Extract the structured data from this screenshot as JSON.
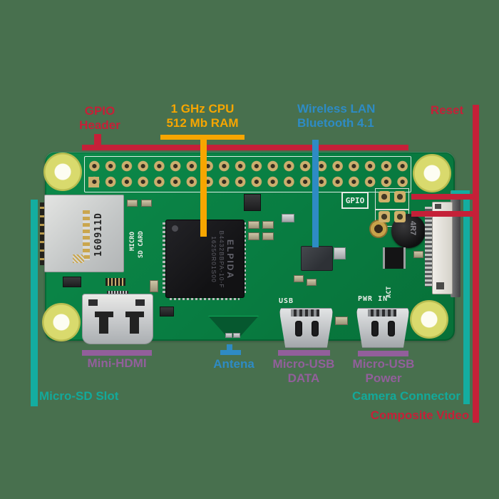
{
  "colors": {
    "background": "#48704e",
    "pcb_green": "#0a8046",
    "label_red": "#c52038",
    "label_orange": "#f7a600",
    "label_blue": "#2e8bc4",
    "label_teal": "#13a99a",
    "label_purple": "#925f9b"
  },
  "callouts": {
    "gpio_header": {
      "line1": "GPIO",
      "line2": "Header"
    },
    "cpu_ram": {
      "line1": "1 GHz CPU",
      "line2": "512 Mb RAM"
    },
    "wireless": {
      "line1": "Wireless LAN",
      "line2": "Bluetooth 4.1"
    },
    "reset": {
      "label": "Reset"
    },
    "mini_hdmi": {
      "label": "Mini-HDMI"
    },
    "antenna": {
      "label": "Antena"
    },
    "micro_usb_data": {
      "line1": "Micro-USB",
      "line2": "DATA"
    },
    "micro_usb_power": {
      "line1": "Micro-USB",
      "line2": "Power"
    },
    "micro_sd": {
      "label": "Micro-SD Slot"
    },
    "camera": {
      "label": "Camera Connector"
    },
    "composite": {
      "label": "Composite Video"
    }
  },
  "board_silkscreen": {
    "gpio_box": "GPIO",
    "usb": "USB",
    "pwr_in": "PWR IN",
    "act": "ACT",
    "micro": "MICRO",
    "sd_card": "SD CARD"
  },
  "chip_markings": {
    "brand": "ELPIDA",
    "part": "B4432BBPA-10-F",
    "lot": "16250R01S00"
  },
  "sd_slot_marking": "160911D",
  "inductor_marking": "4R7"
}
